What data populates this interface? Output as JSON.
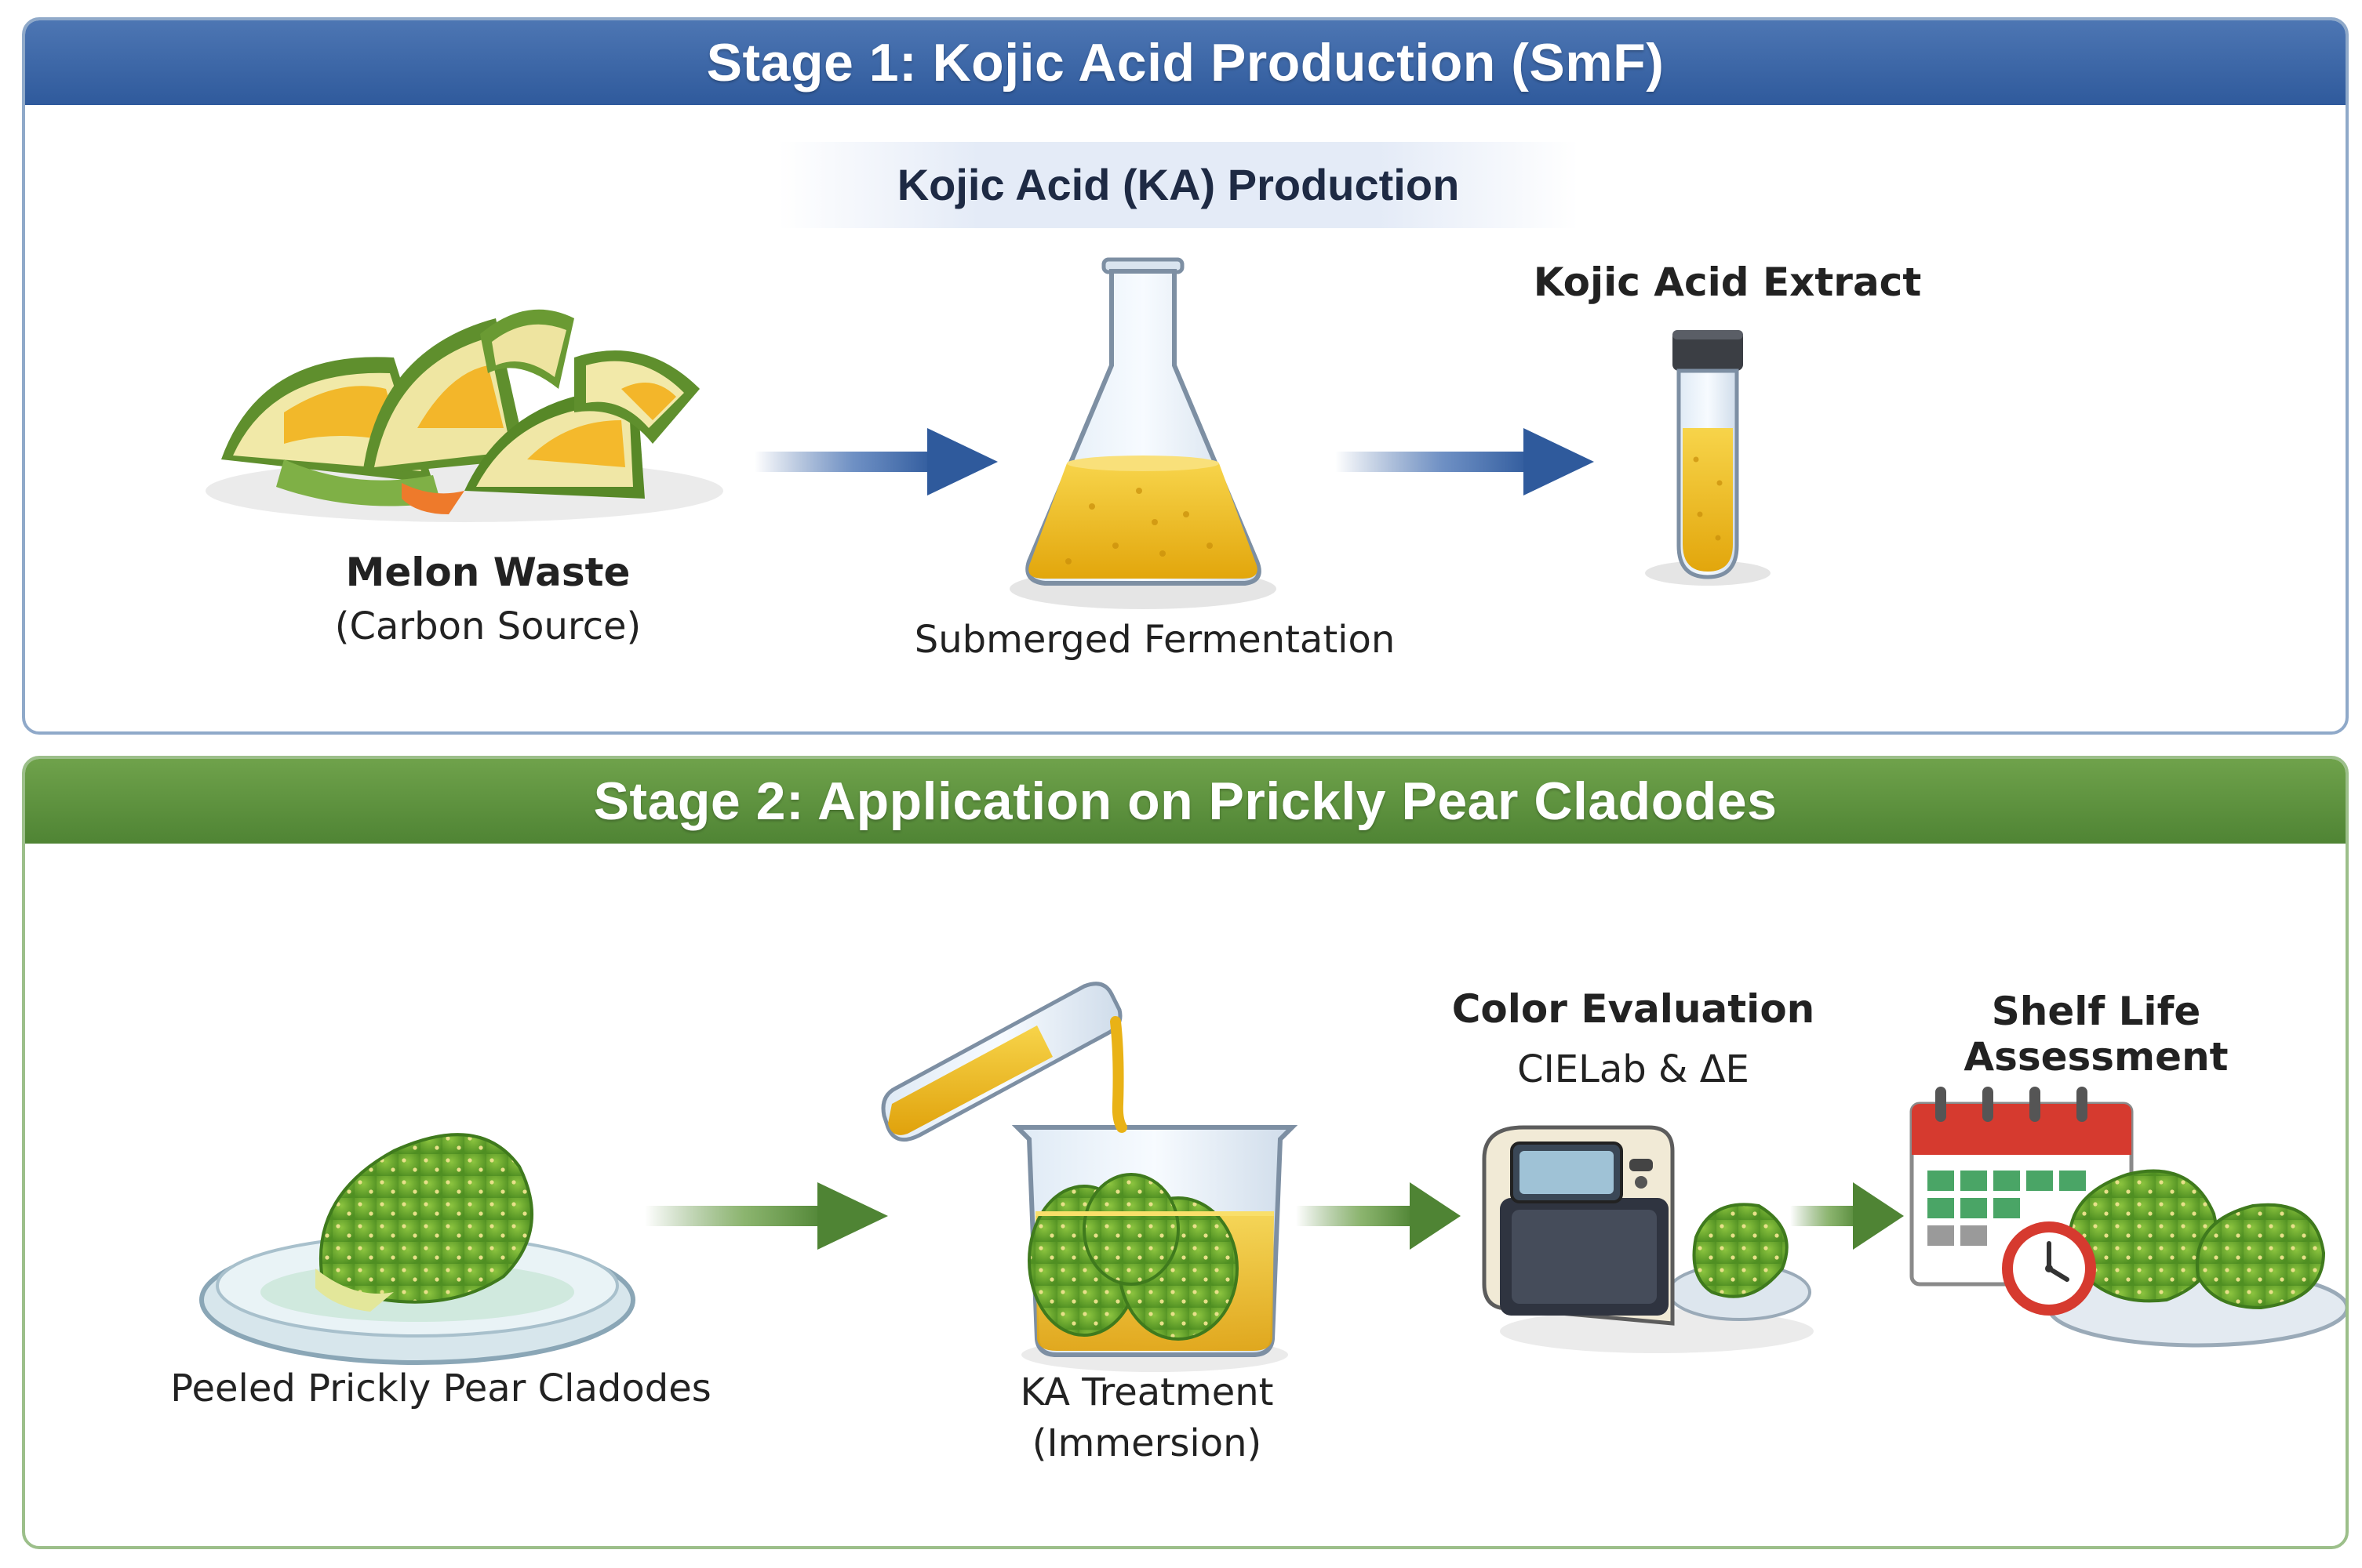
{
  "stage1": {
    "header": "Stage 1: Kojic Acid Production (SmF)",
    "subtitle": "Kojic Acid (KA) Production",
    "melon_label": "Melon Waste",
    "melon_sublabel": "(Carbon Source)",
    "fermentation_label": "Submerged Fermentation",
    "extract_label": "Kojic Acid Extract"
  },
  "stage2": {
    "header": "Stage 2: Application on Prickly Pear Cladodes",
    "peeled_label": "Peeled Prickly Pear Cladodes",
    "treatment_label": "KA Treatment",
    "treatment_sublabel": "(Immersion)",
    "color_label": "Color Evaluation",
    "color_sublabel": "CIELab & ΔE",
    "shelf_label": "Shelf Life Assessment"
  },
  "colors": {
    "stage1_accent": "#2f5a9c",
    "stage2_accent": "#4f8434",
    "ka_yellow": "#f2c21a"
  }
}
